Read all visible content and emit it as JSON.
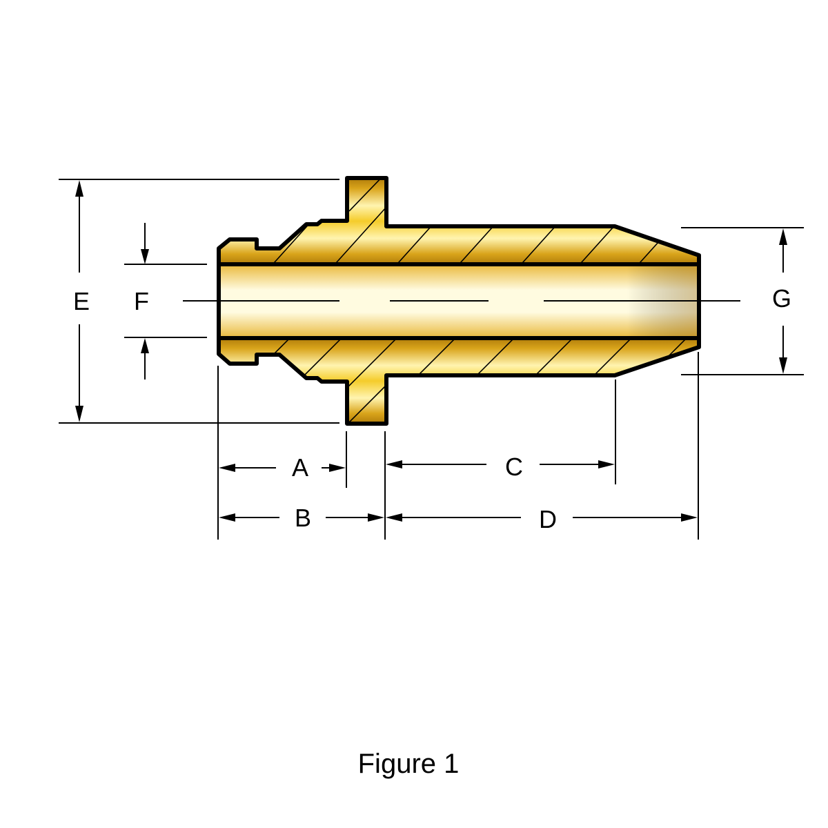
{
  "figure": {
    "caption": "Figure 1",
    "dimension_labels": {
      "a": "A",
      "b": "B",
      "c": "C",
      "d": "D",
      "e": "E",
      "f": "F",
      "g": "G"
    }
  },
  "colors": {
    "outline": "#000000",
    "brass_light": "#fff4b0",
    "brass_mid": "#f5cc2a",
    "brass_dark": "#b07c0a",
    "bore_light": "#fffbe0",
    "bore_mid": "#f7d76a"
  }
}
